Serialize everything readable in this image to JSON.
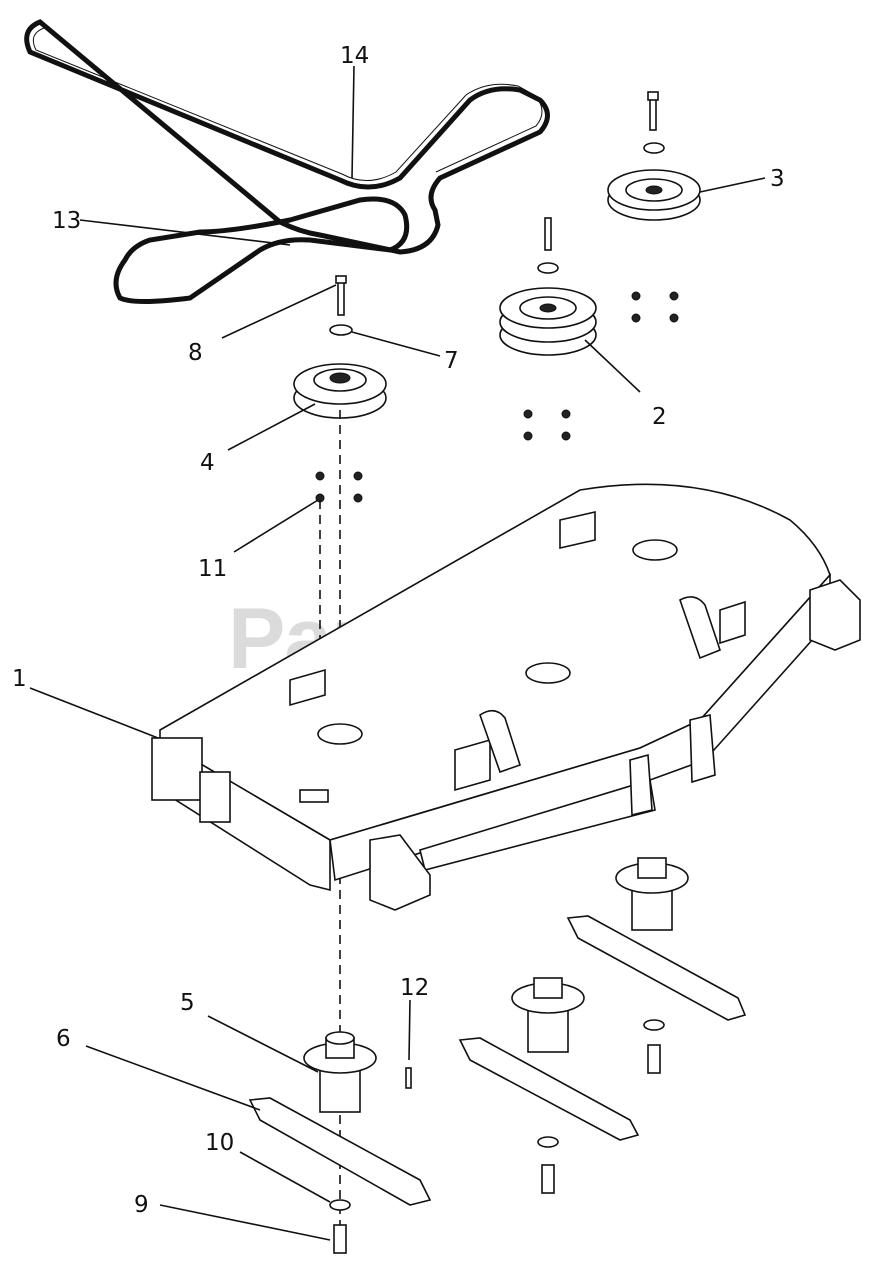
{
  "watermark": {
    "text": "PartsTree",
    "trademark": "™"
  },
  "callouts": [
    {
      "id": "c1",
      "label": "1"
    },
    {
      "id": "c2",
      "label": "2"
    },
    {
      "id": "c3",
      "label": "3"
    },
    {
      "id": "c4",
      "label": "4"
    },
    {
      "id": "c5",
      "label": "5"
    },
    {
      "id": "c6",
      "label": "6"
    },
    {
      "id": "c7",
      "label": "7"
    },
    {
      "id": "c8",
      "label": "8"
    },
    {
      "id": "c9",
      "label": "9"
    },
    {
      "id": "c10",
      "label": "10"
    },
    {
      "id": "c11",
      "label": "11"
    },
    {
      "id": "c12",
      "label": "12"
    },
    {
      "id": "c13",
      "label": "13"
    },
    {
      "id": "c14",
      "label": "14"
    }
  ]
}
